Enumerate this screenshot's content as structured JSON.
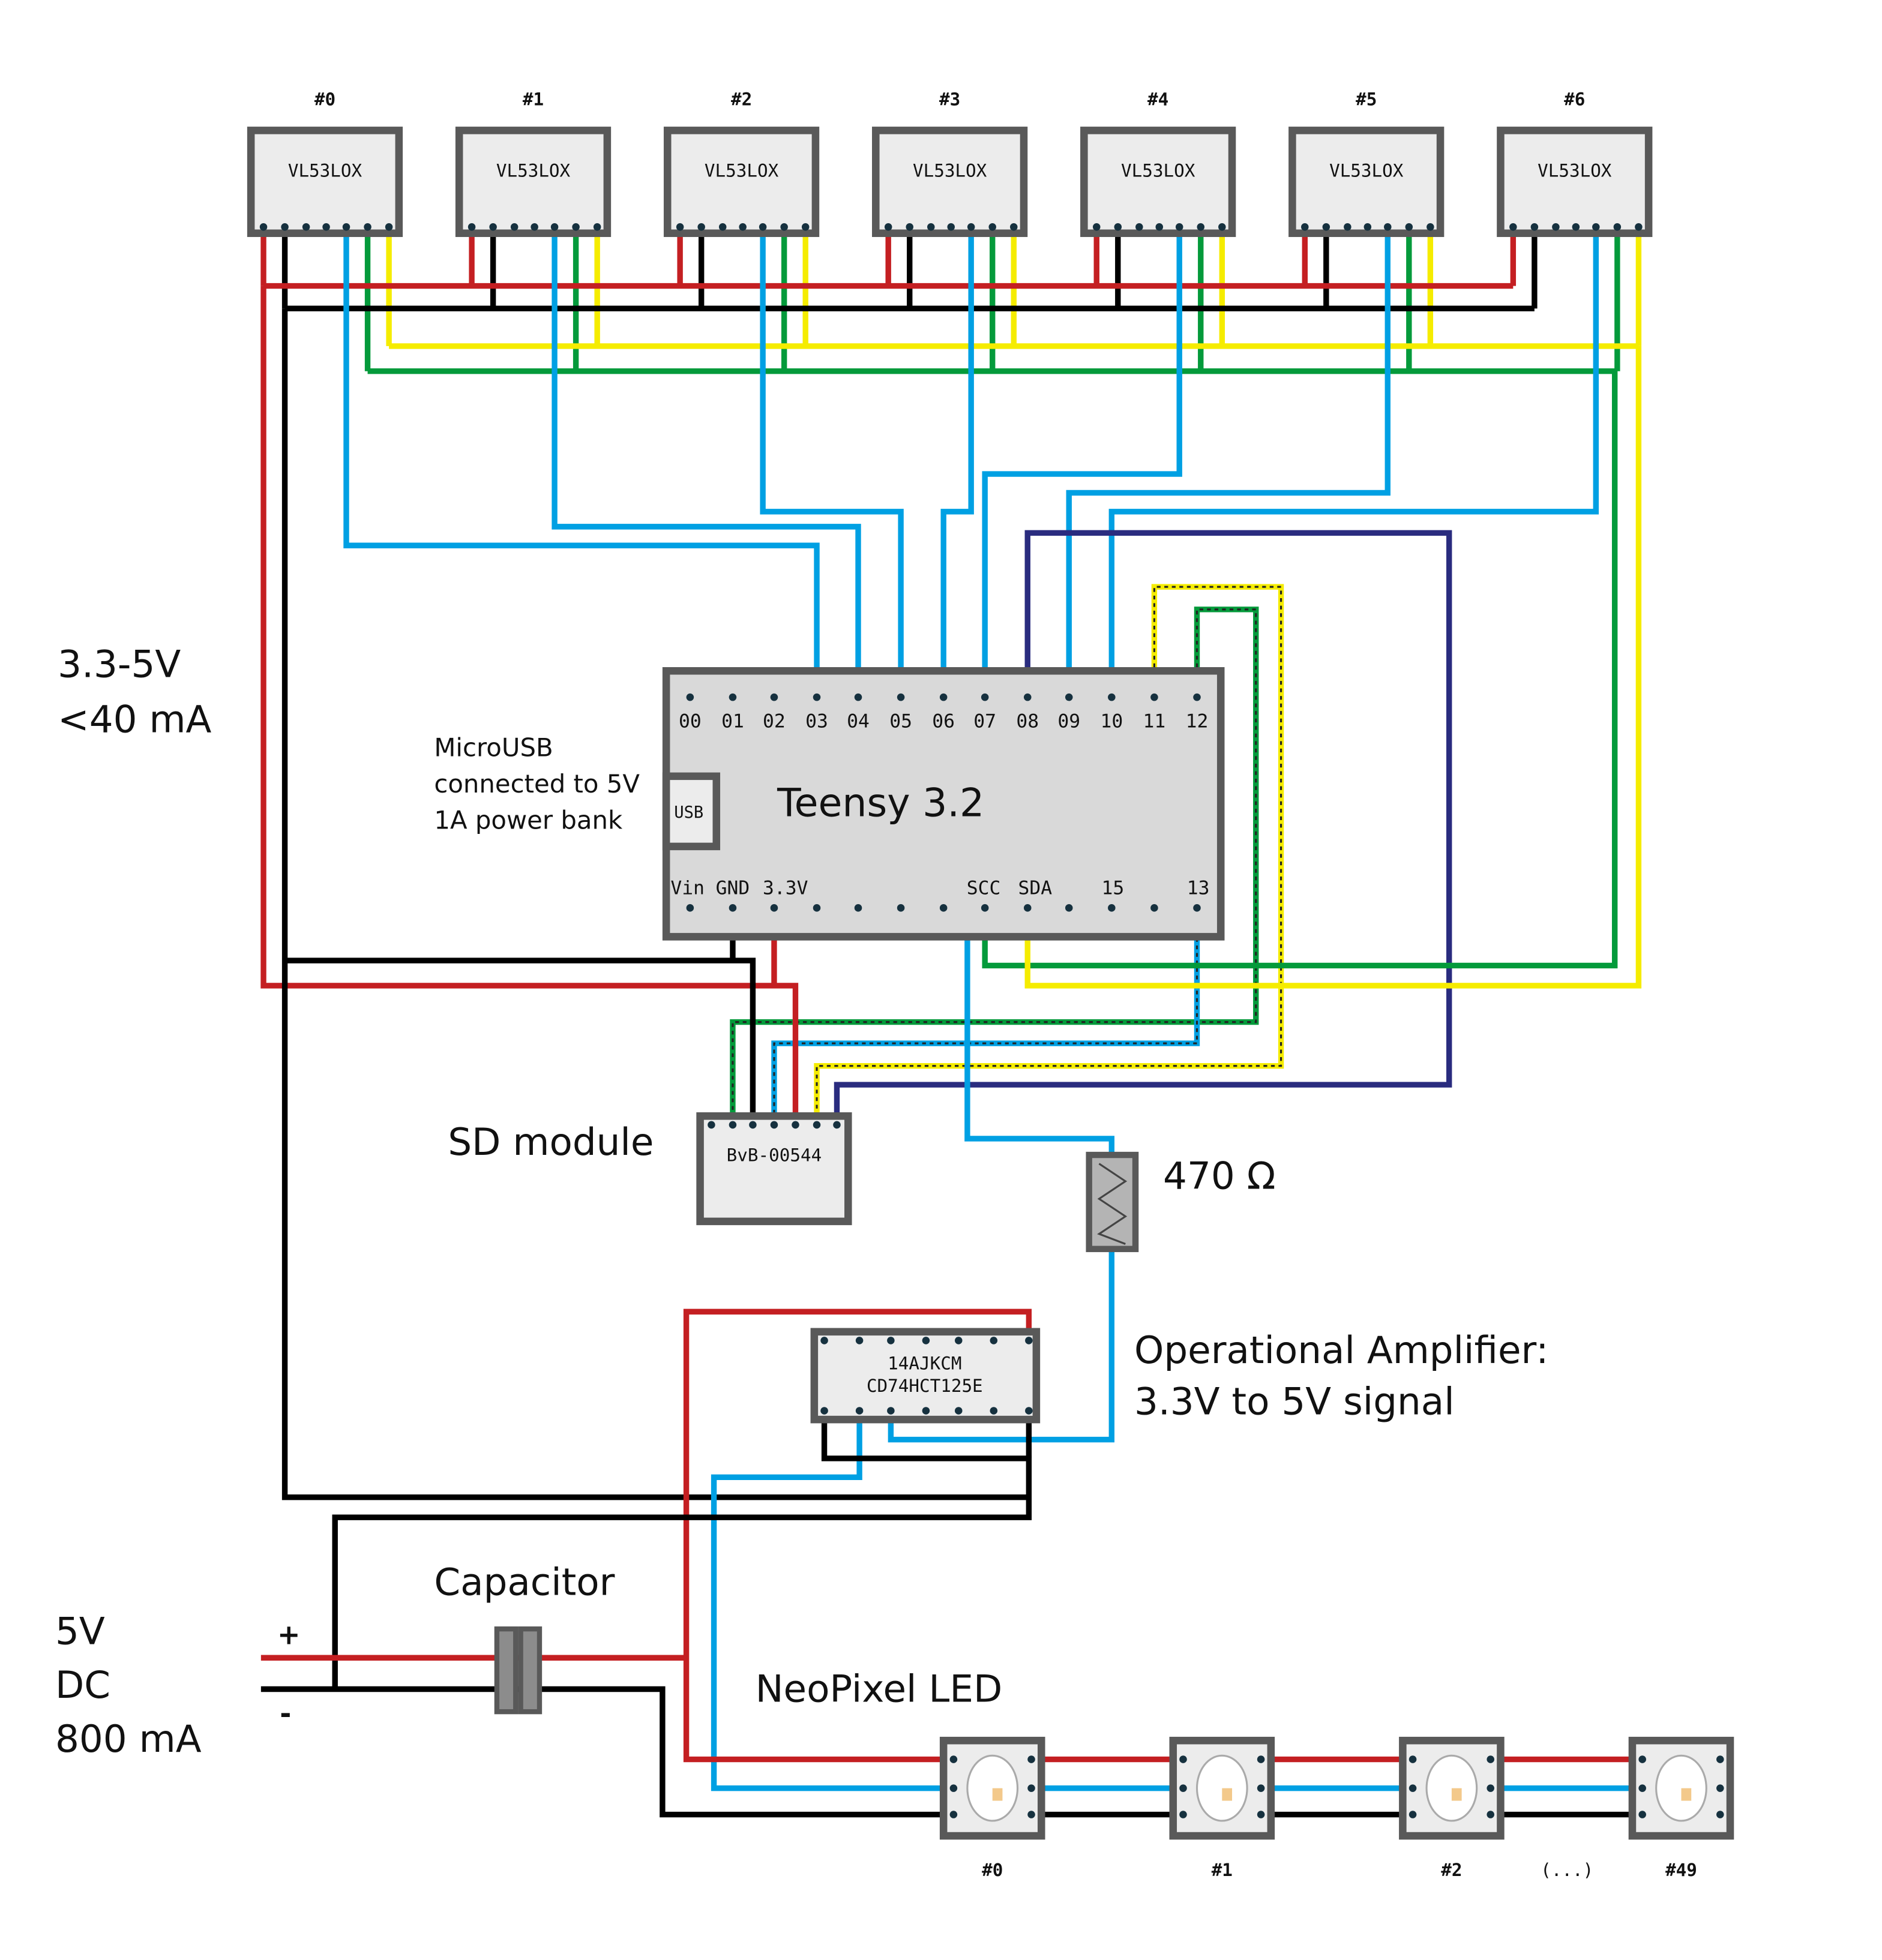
{
  "colors": {
    "red": "#c41f22",
    "black": "#000000",
    "blue": "#00a0e3",
    "green": "#049a3b",
    "yellow": "#f5ec00",
    "navy": "#2a2c7f",
    "box_border": "#595959",
    "box_fill": "#ececec",
    "teensy_fill": "#d9d9d9",
    "led_dot": "#f3c98b"
  },
  "sensors": {
    "part": "VL53LOX",
    "items": [
      {
        "label": "#0"
      },
      {
        "label": "#1"
      },
      {
        "label": "#2"
      },
      {
        "label": "#3"
      },
      {
        "label": "#4"
      },
      {
        "label": "#5"
      },
      {
        "label": "#6"
      }
    ]
  },
  "teensy": {
    "title": "Teensy 3.2",
    "usb_label": "USB",
    "top_pins": [
      "00",
      "01",
      "02",
      "03",
      "04",
      "05",
      "06",
      "07",
      "08",
      "09",
      "10",
      "11",
      "12"
    ],
    "bottom_pins": [
      "Vin",
      "GND",
      "3.3V",
      "SCC",
      "SDA",
      "15",
      "13"
    ]
  },
  "labels": {
    "sensor_power": [
      "3.3-5V",
      "<40 mA"
    ],
    "usb_note": [
      "MicroUSB",
      "connected to 5V",
      "1A power bank"
    ],
    "sd_module": "SD module",
    "sd_part": "BvB-00544",
    "resistor": "470 Ω",
    "opamp_note": [
      "Operational Amplifier:",
      "3.3V to 5V signal"
    ],
    "opamp_part": [
      "14AJKCM",
      "CD74HCT125E"
    ],
    "capacitor": "Capacitor",
    "power_supply": [
      "5V",
      "DC",
      "800 mA"
    ],
    "plus": "+",
    "minus": "-",
    "neopixel": "NeoPixel LED"
  },
  "leds": {
    "items": [
      {
        "label": "#0"
      },
      {
        "label": "#1"
      },
      {
        "label": "#2"
      },
      {
        "label": "#49"
      }
    ],
    "ellipsis": "(...)"
  }
}
